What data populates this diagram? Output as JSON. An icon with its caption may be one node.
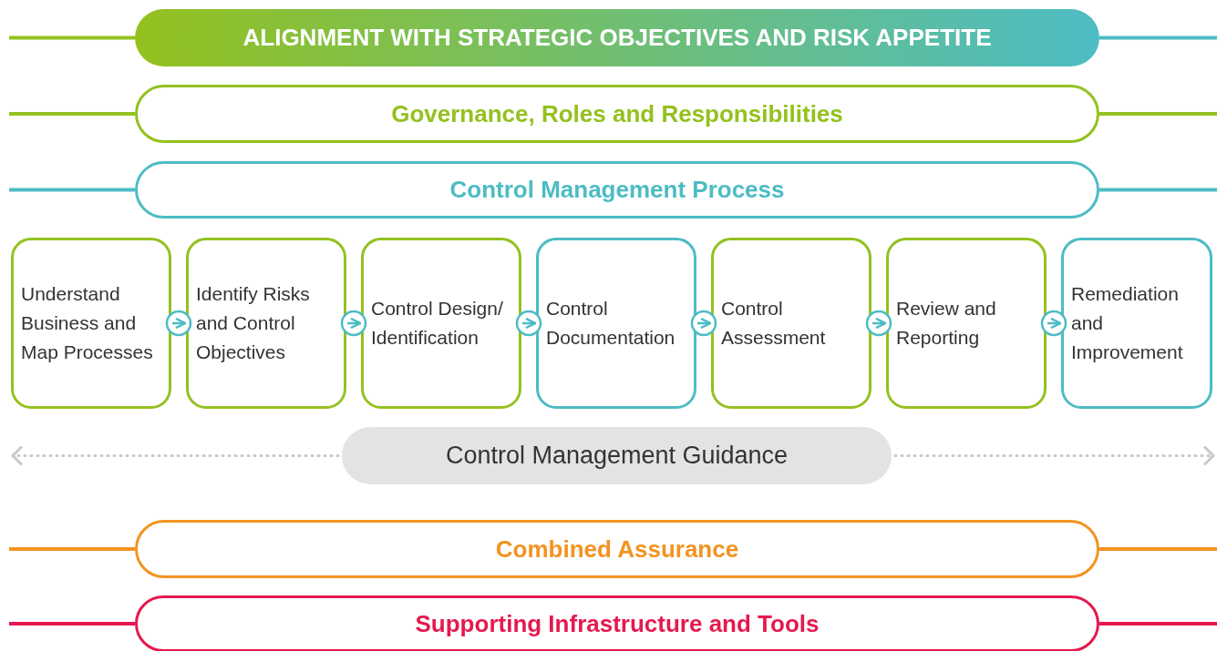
{
  "diagram": {
    "nodes": [
      {
        "text": [
          "ALIGNMENT WITH STRATEGIC OBJECTIVES AND RISK APPETITE"
        ]
      },
      {
        "text": [
          "Governance, Roles and Responsibilities"
        ]
      },
      {
        "text": [
          "Control Management Process"
        ]
      },
      {
        "text": [
          "Understand Business and Map Processes"
        ]
      },
      {
        "text": [
          "Identify Risks and Control Objectives"
        ]
      },
      {
        "text": [
          "Control Design/ Identification"
        ]
      },
      {
        "text": [
          "Control Documentation"
        ]
      },
      {
        "text": [
          "Control Assessment"
        ]
      },
      {
        "text": [
          "Review and Reporting"
        ]
      },
      {
        "text": [
          "Remediation and Improvement"
        ]
      },
      {
        "text": [
          "Control Management Guidance"
        ]
      },
      {
        "text": [
          "Combined Assurance"
        ]
      },
      {
        "text": [
          "Supporting Infrastructure and Tools"
        ]
      }
    ],
    "edges": [
      {
        "from": 3,
        "to": 4,
        "arrow": "to"
      },
      {
        "from": 4,
        "to": 5,
        "arrow": "to"
      },
      {
        "from": 5,
        "to": 6,
        "arrow": "to"
      },
      {
        "from": 6,
        "to": 7,
        "arrow": "to"
      },
      {
        "from": 7,
        "to": 8,
        "arrow": "to"
      },
      {
        "from": 8,
        "to": 9,
        "arrow": "to"
      },
      {
        "from": 10,
        "to": null,
        "arrow": "to",
        "style": "dashed",
        "color": "#c8c8c8"
      },
      {
        "from": 10,
        "to": null,
        "arrow": "to",
        "style": "dashed",
        "color": "#c8c8c8"
      }
    ]
  }
}
